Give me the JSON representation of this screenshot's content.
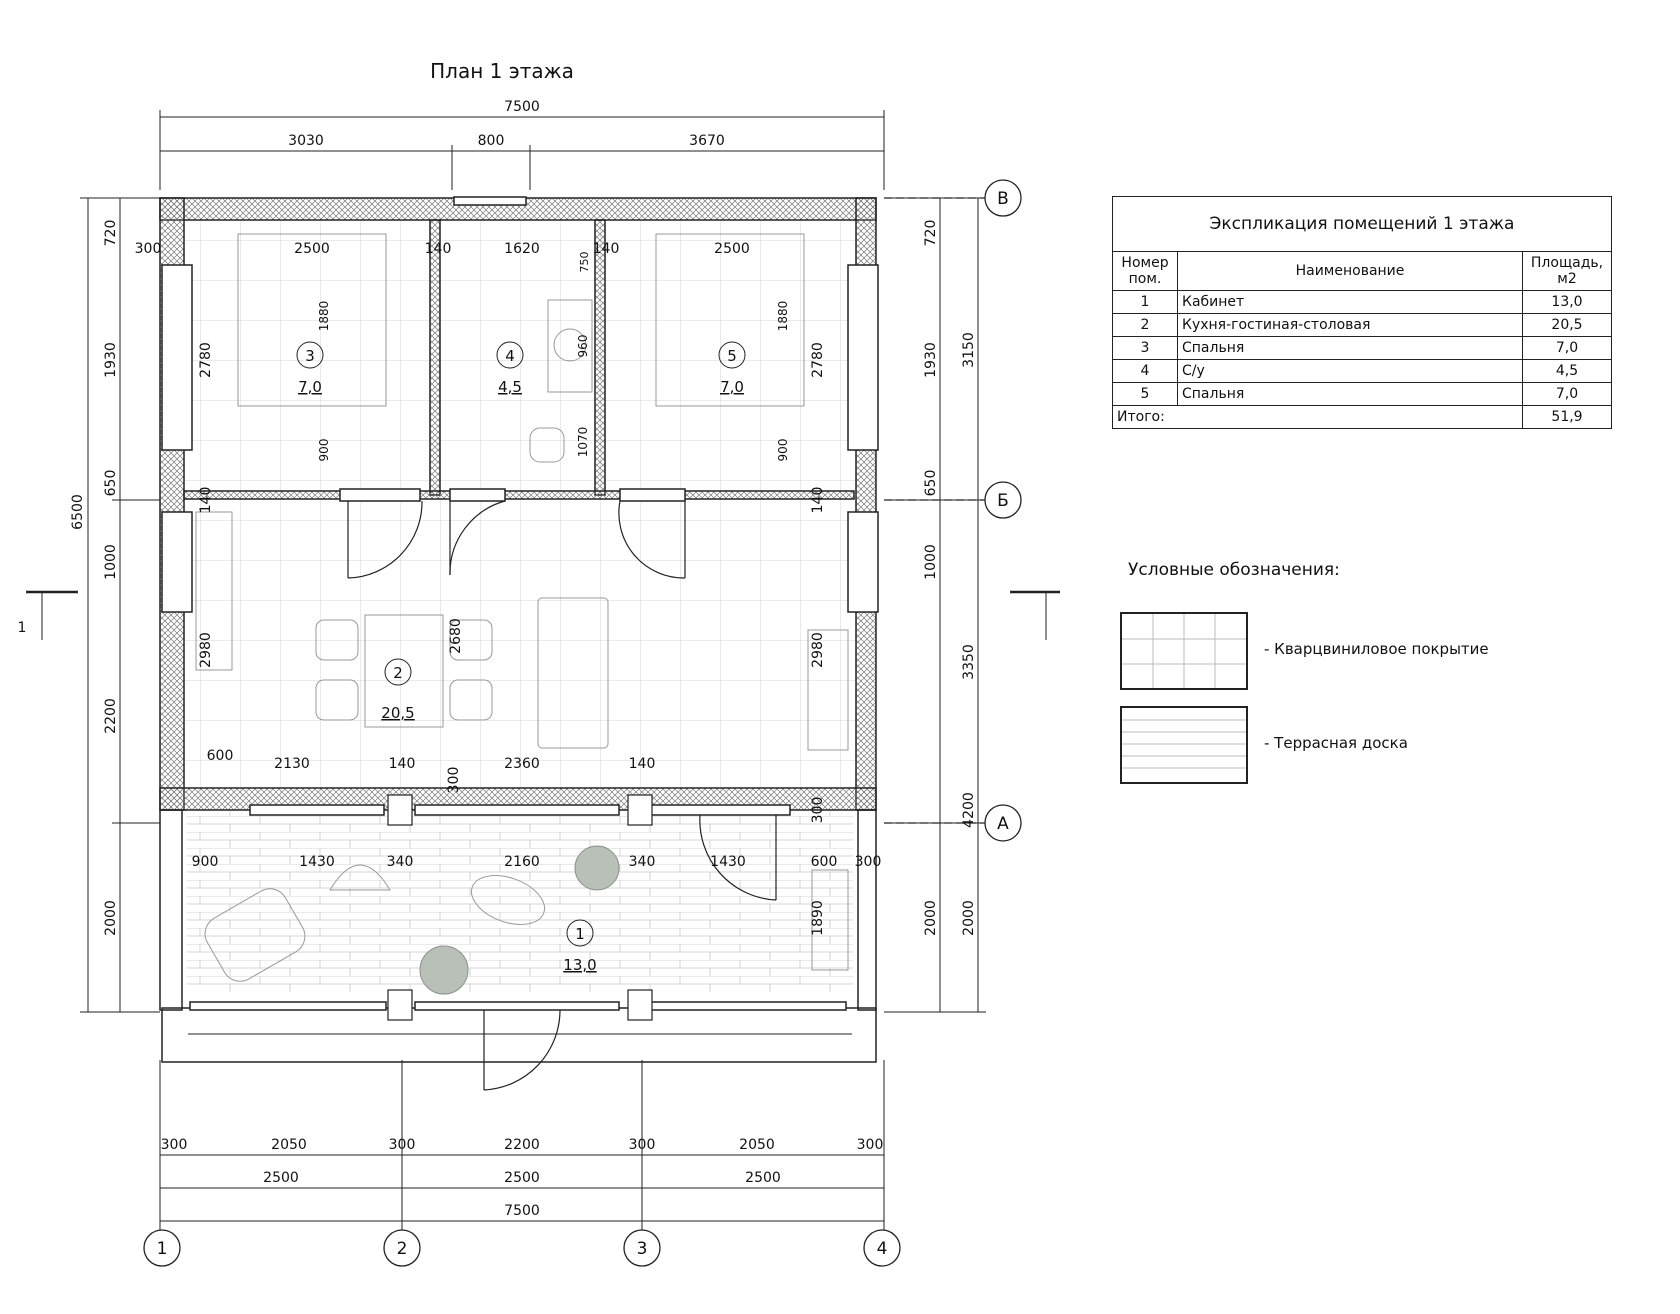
{
  "plan": {
    "title": "План 1 этажа",
    "dims": {
      "top_total": "7500",
      "top_1": "3030",
      "top_2": "800",
      "top_3": "3670",
      "bottom_total": "7500",
      "bottom_b1": "2500",
      "bottom_b2": "2500",
      "bottom_b3": "2500",
      "bottom_a1": "300",
      "bottom_a2": "2050",
      "bottom_a3": "300",
      "bottom_a4": "2200",
      "bottom_a5": "300",
      "bottom_a6": "2050",
      "bottom_a7": "300",
      "left_total": "6500",
      "left_1": "720",
      "left_2": "1930",
      "left_3": "650",
      "left_4": "1000",
      "left_5": "2200",
      "left_6": "2000",
      "right_1": "720",
      "right_2": "1930",
      "right_3": "650",
      "right_4": "1000",
      "right_5": "2000",
      "right_o1": "3150",
      "right_o2": "3350",
      "right_o3": "4200",
      "right_o4": "2000",
      "in_300": "300",
      "in_2500a": "2500",
      "in_140a": "140",
      "in_1620": "1620",
      "in_750": "750",
      "in_140b": "140",
      "in_2500b": "2500",
      "in_2780a": "2780",
      "in_1880a": "1880",
      "in_900a": "900",
      "in_960": "960",
      "in_1070": "1070",
      "in_1880b": "1880",
      "in_900b": "900",
      "in_2780b": "2780",
      "in_140c": "140",
      "in_140d": "140",
      "in_2980a": "2980",
      "in_2680": "2680",
      "in_2980b": "2980",
      "in_600a": "600",
      "in_2130": "2130",
      "in_140e": "140",
      "in_300b": "300",
      "in_2360": "2360",
      "in_140f": "140",
      "in_300c": "300",
      "ter_900": "900",
      "ter_1430a": "1430",
      "ter_340a": "340",
      "ter_2160": "2160",
      "ter_340b": "340",
      "ter_1430b": "1430",
      "ter_600": "600",
      "ter_300": "300",
      "ter_1890": "1890"
    },
    "axes": {
      "a": "А",
      "b": "Б",
      "v": "В",
      "n1": "1",
      "n2": "2",
      "n3": "3",
      "n4": "4"
    },
    "section_mark": "1",
    "rooms": [
      {
        "num": "1",
        "area": "13,0"
      },
      {
        "num": "2",
        "area": "20,5"
      },
      {
        "num": "3",
        "area": "7,0"
      },
      {
        "num": "4",
        "area": "4,5"
      },
      {
        "num": "5",
        "area": "7,0"
      }
    ]
  },
  "explication": {
    "title": "Экспликация помещений 1 этажа",
    "headers": {
      "num": "Номер пом.",
      "name": "Наименование",
      "area": "Площадь, м2"
    },
    "rows": [
      {
        "num": "1",
        "name": "Кабинет",
        "area": "13,0"
      },
      {
        "num": "2",
        "name": "Кухня-гостиная-столовая",
        "area": "20,5"
      },
      {
        "num": "3",
        "name": "Спальня",
        "area": "7,0"
      },
      {
        "num": "4",
        "name": "С/у",
        "area": "4,5"
      },
      {
        "num": "5",
        "name": "Спальня",
        "area": "7,0"
      }
    ],
    "total_label": "Итого:",
    "total_value": "51,9"
  },
  "legend": {
    "title": "Условные обозначения:",
    "items": [
      {
        "label": "- Кварцвиниловое покрытие"
      },
      {
        "label": "- Террасная доска"
      }
    ]
  }
}
